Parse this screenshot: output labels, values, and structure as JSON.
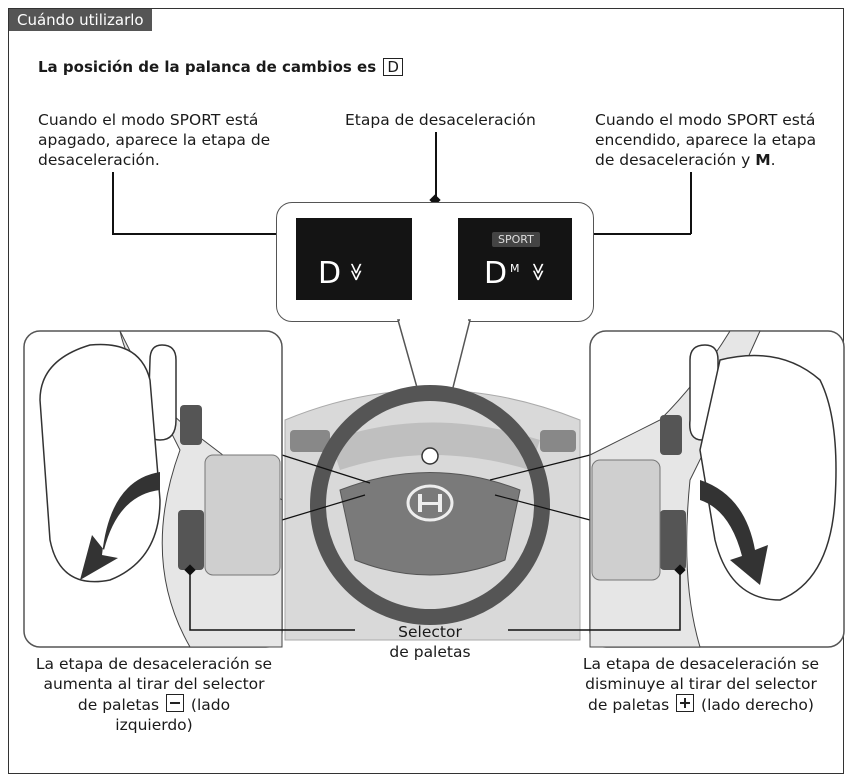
{
  "header": {
    "tab": "Cuándo utilizarlo"
  },
  "heading": {
    "text": "La posición de la palanca de cambios es",
    "key": "D"
  },
  "callouts": {
    "left_lines": [
      "Cuando el modo SPORT está",
      "apagado, aparece la etapa de",
      "desaceleración."
    ],
    "center": "Etapa de desaceleración",
    "right_lines": [
      "Cuando el modo SPORT está",
      "encendido, aparece la etapa",
      "de desaceleración y",
      "M",
      "."
    ]
  },
  "screens": {
    "left": {
      "gear": "D",
      "chevron": "≫"
    },
    "right": {
      "badge": "SPORT",
      "gear": "D",
      "sup": "M",
      "chevron": "≫"
    }
  },
  "paddle_label": [
    "Selector",
    "de paletas"
  ],
  "bottom_left": [
    "La etapa de desaceleración se",
    "aumenta al tirar del selector",
    "de paletas",
    "(lado",
    "izquierdo)"
  ],
  "bottom_right": [
    "La etapa de desaceleración se",
    "disminuye al tirar del selector",
    "de paletas",
    "(lado derecho)"
  ],
  "colors": {
    "tab_bg": "#555555",
    "screen_bg": "#141414"
  }
}
